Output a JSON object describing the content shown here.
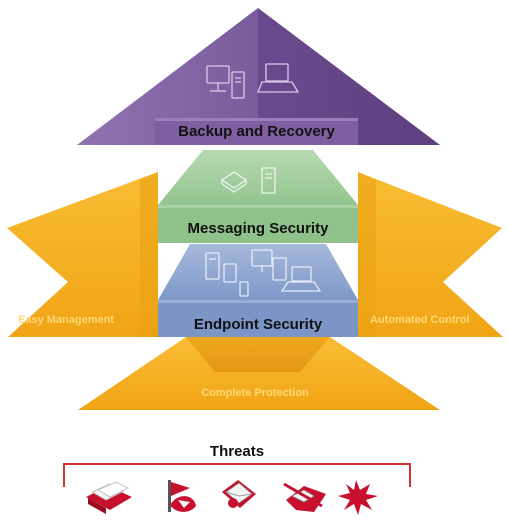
{
  "layers": {
    "top": "Backup and Recovery",
    "middle": "Messaging Security",
    "bottom": "Endpoint Security"
  },
  "wings": {
    "left": "Easy Management",
    "right": "Automated Control",
    "front": "Complete Protection"
  },
  "threats": {
    "title": "Threats",
    "icons": [
      "spam-icon",
      "phishing-icon",
      "virus-mail-icon",
      "trojan-icon",
      "malware-burst-icon"
    ]
  },
  "colors": {
    "purple": "#7c5a9e",
    "green": "#8dc08c",
    "blue": "#7e97c6",
    "orange": "#f5ae1f",
    "threat_red": "#c8102e",
    "bracket": "#d33333"
  }
}
